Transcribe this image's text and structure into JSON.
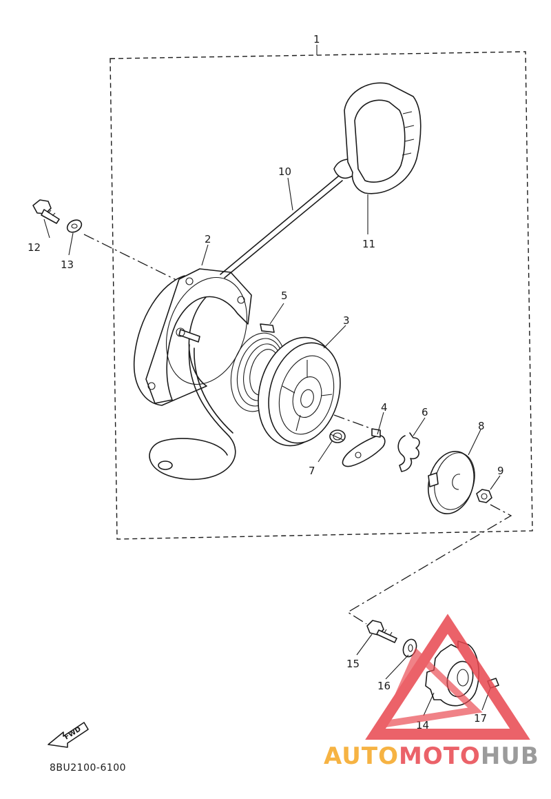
{
  "diagram_code": "8BU2100-6100",
  "fwd_label": "FWD",
  "callouts": {
    "c1": "1",
    "c2": "2",
    "c3": "3",
    "c4": "4",
    "c5": "5",
    "c6": "6",
    "c7": "7",
    "c8": "8",
    "c9": "9",
    "c10": "10",
    "c11": "11",
    "c12": "12",
    "c13": "13",
    "c14": "14",
    "c15": "15",
    "c16": "16",
    "c17": "17"
  },
  "watermark": {
    "part1": "AUTO",
    "part2": "MOTO",
    "part3": "HUB",
    "color_orange": "#f5a623",
    "color_red": "#e8474f",
    "color_gray": "#8a8a8a"
  }
}
